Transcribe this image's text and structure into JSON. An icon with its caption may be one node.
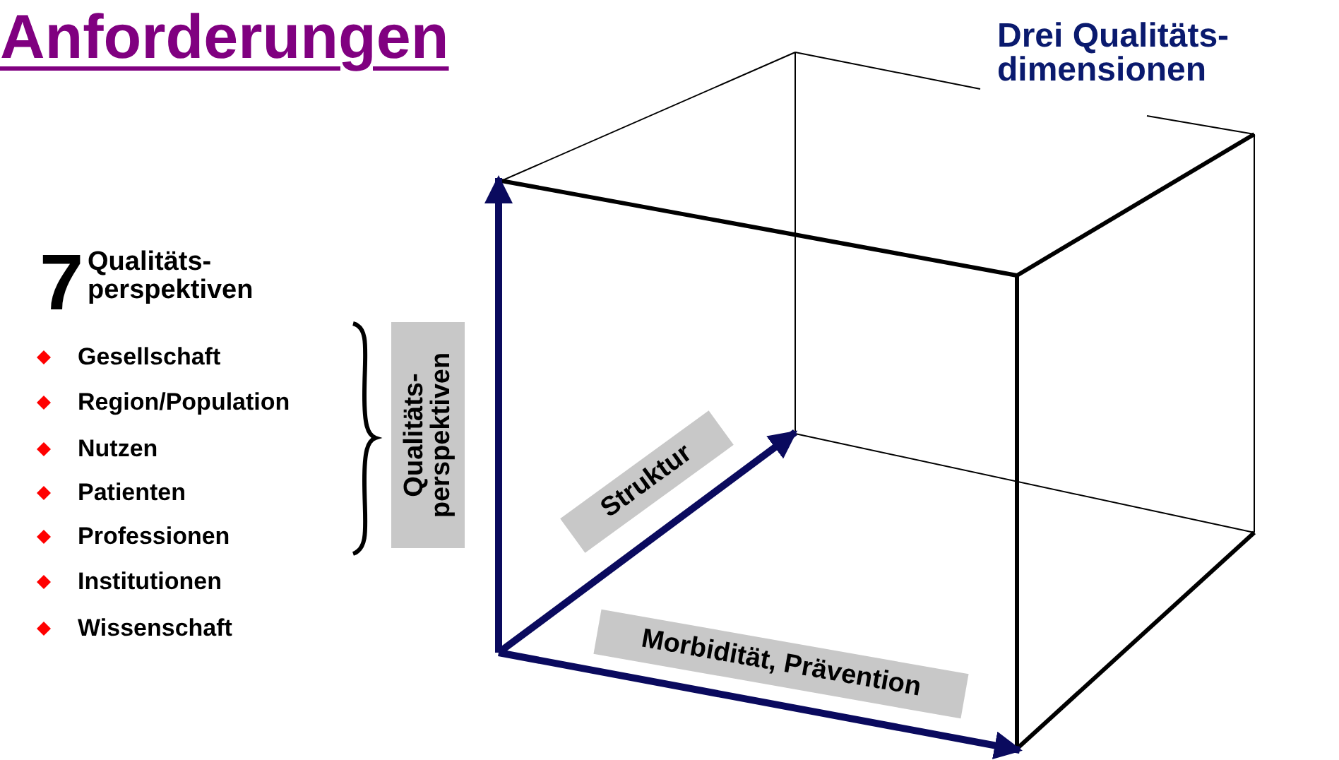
{
  "diagram": {
    "title": "Anforderungen",
    "labels": [
      "Drei Qualitäts- dimensionen",
      "7",
      "Qualitäts- perspektiven",
      "Gesellschaft",
      "Region/Population",
      "Nutzen",
      "Patienten",
      "Professionen",
      "Institutionen",
      "Wissenschaft",
      "Qualitäts- perspektiven",
      "Struktur",
      "Morbidität, Prävention"
    ]
  }
}
